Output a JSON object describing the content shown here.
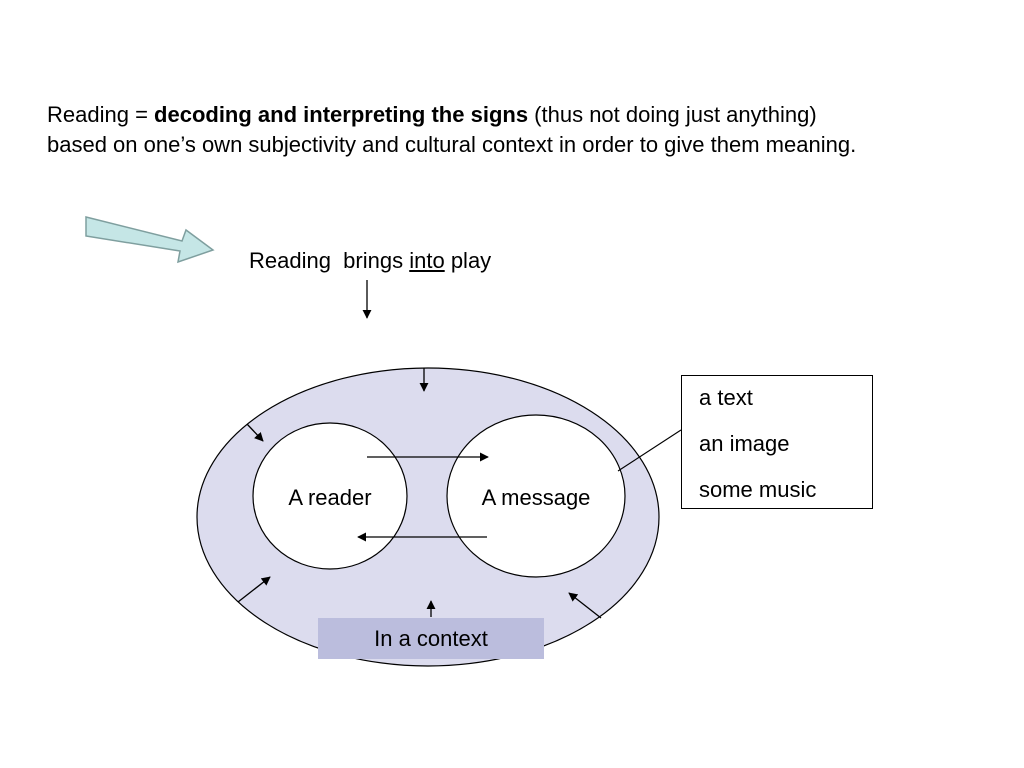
{
  "intro": {
    "prefix": "Reading = ",
    "bold": "decoding and interpreting  the signs",
    "suffix": " (thus not doing just anything)",
    "line2": "based on one’s own subjectivity and cultural context in order to give them meaning."
  },
  "headline": {
    "before": "Reading  brings ",
    "underlined": "into",
    "after": " play"
  },
  "circles": {
    "reader": "A reader",
    "message": "A message"
  },
  "media": [
    "a text",
    "an image",
    "some music"
  ],
  "context": "In a context",
  "colors": {
    "ellipse_fill": "#dcdcee",
    "context_fill": "#bbbddd",
    "big_arrow_fill": "#c5e6e6",
    "big_arrow_stroke": "#7f9f9f"
  }
}
